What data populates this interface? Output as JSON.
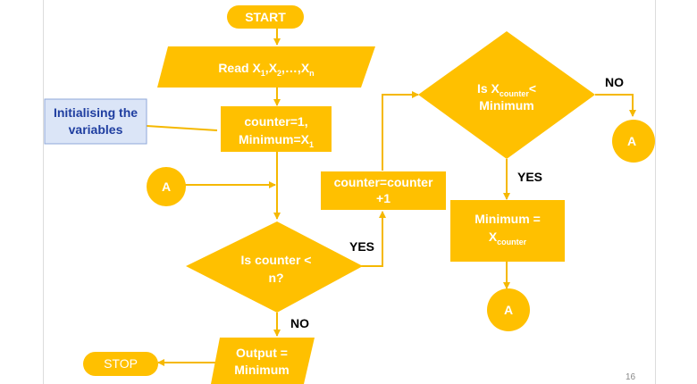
{
  "nodes": {
    "start": "START",
    "read": {
      "prefix": "Read  ",
      "v1": "X",
      "s1": "1",
      "sep1": ",",
      "v2": "X",
      "s2": "2",
      "sep2": ",…,",
      "v3": "X",
      "s3": "n"
    },
    "init": {
      "line1": "counter=1,",
      "line2_prefix": "Minimum=X",
      "line2_sub": "1"
    },
    "connector_left": "A",
    "decision_counter": {
      "line1": "Is counter <",
      "line2": "n?"
    },
    "output": {
      "line1": "Output =",
      "line2": "Minimum"
    },
    "stop": "STOP",
    "increment": {
      "line1": "counter=counter",
      "line2": "+1"
    },
    "decision_min": {
      "prefix": "Is  X",
      "sub": "counter",
      "suffix": "<",
      "line2": "Minimum"
    },
    "connector_right": "A",
    "assign": {
      "line1": "Minimum =",
      "line2_prefix": "X",
      "line2_sub": "counter"
    },
    "connector_bottom": "A"
  },
  "edges": {
    "yes_counter": "YES",
    "no_counter": "NO",
    "no_min": "NO",
    "yes_min": "YES"
  },
  "note": {
    "line1": "Initialising  the",
    "line2": "variables"
  },
  "page_number": "16",
  "colors": {
    "shape_fill": "#ffc000",
    "arrow": "#f5b800",
    "note_fill": "#dbe5f7",
    "note_text": "#1f3ea0"
  }
}
